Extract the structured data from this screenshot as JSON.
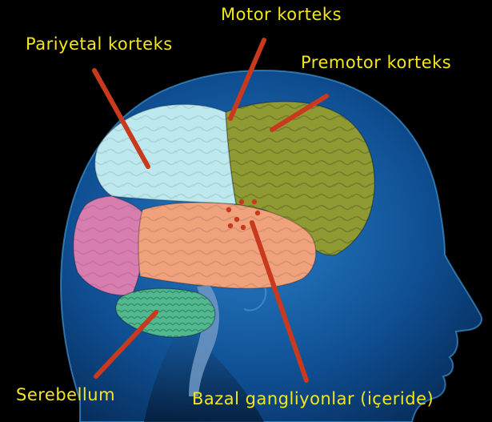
{
  "labels": {
    "parietal": "Pariyetal korteks",
    "motor": "Motor korteks",
    "premotor": "Premotor korteks",
    "cerebellum": "Serebellum",
    "basal_ganglia": "Bazal gangliyonlar (içeride)"
  },
  "colors": {
    "background": "#000000",
    "label_text": "#f3e61c",
    "pointer": "#c8391d",
    "head": "#0f4f93",
    "parietal": "#bde8ee",
    "frontal": "#8f9a33",
    "temporal": "#f0a27c",
    "occipital": "#d77db0",
    "cerebellum": "#52b88f",
    "brainstem": "#6f98c4"
  },
  "icons": {
    "head": "human-head-silhouette",
    "brain": "brain-lateral-view"
  }
}
